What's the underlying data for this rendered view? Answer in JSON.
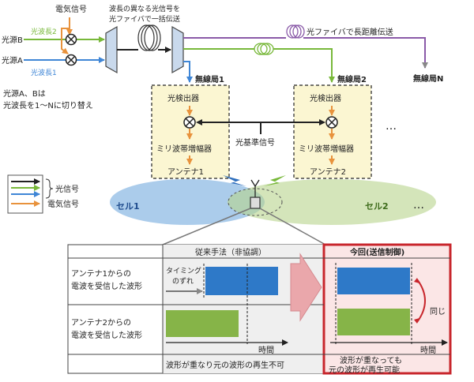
{
  "top": {
    "electric_signal": "電気信号",
    "lambda2": "光波長2",
    "lambda1": "光波長1",
    "source_b": "光源B",
    "source_a": "光源A",
    "wavelength_note_1": "波長の異なる光信号を",
    "wavelength_note_2": "光ファイバで一括伝送",
    "switch_note_1": "光源A、Bは",
    "switch_note_2": "光波長を1～Nに切り替え",
    "long_fiber": "光ファイバで長距離伝送",
    "station_n": "無線局N"
  },
  "stations": [
    {
      "name": "無線局1",
      "detector": "光検出器",
      "amp": "ミリ波帯増幅器",
      "antenna": "アンテナ1"
    },
    {
      "name": "無線局2",
      "detector": "光検出器",
      "amp": "ミリ波帯増幅器",
      "antenna": "アンテナ2"
    }
  ],
  "ref_signal": "光基準信号",
  "ellipsis": "…",
  "legend": {
    "optical": "光信号",
    "electrical": "電気信号"
  },
  "cells": {
    "cell1": "セル1",
    "cell2": "セル2"
  },
  "table": {
    "conventional": "従来手法（非協調）",
    "proposed": "今回(送信制御)",
    "row1_line1": "アンテナ1からの",
    "row1_line2": "電波を受信した波形",
    "row2_line1": "アンテナ2からの",
    "row2_line2": "電波を受信した波形",
    "timing_1": "タイミング",
    "timing_2": "のずれ",
    "time": "時間",
    "same": "同じ",
    "conv_result": "波形が重なり元の波形の再生不可",
    "prop_result_1": "波形が重なっても",
    "prop_result_2": "元の波形が再生可能"
  },
  "colors": {
    "lambda1": "#3f86d6",
    "lambda2": "#78b83a",
    "electric": "#e8923c",
    "fiber_purple": "#8a5aa8",
    "station_fill": "#fbf6d2",
    "wave_blue": "#2e79c8",
    "wave_green": "#86b448",
    "highlight_red": "#c8262c"
  }
}
